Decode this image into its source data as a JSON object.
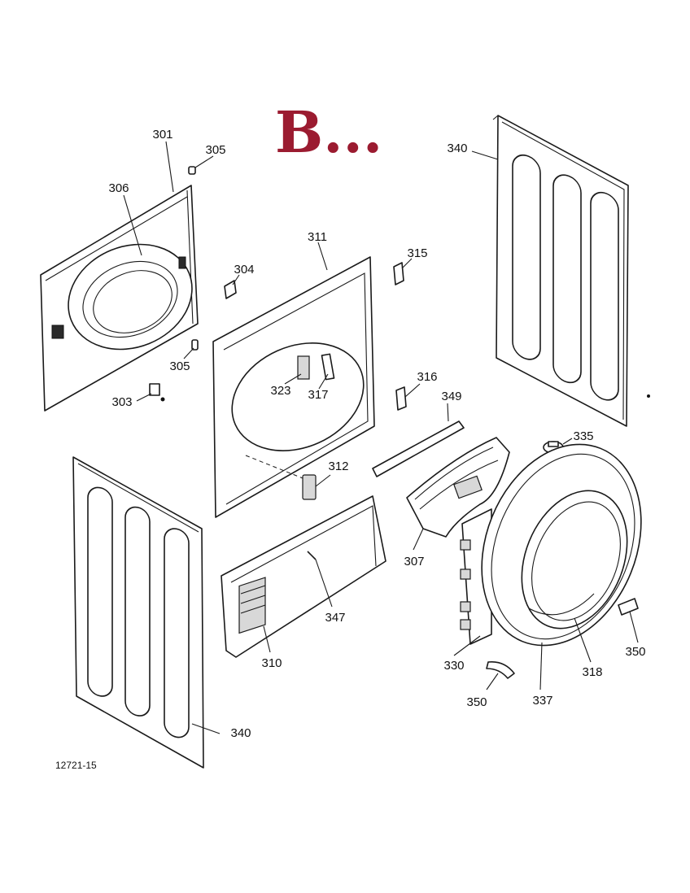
{
  "diagram": {
    "title": "B...",
    "title_color": "#9b1b30",
    "figure_ref": "12721-15",
    "parts": [
      {
        "key": "back_panel_top",
        "label": "340"
      },
      {
        "key": "back_panel_bottom",
        "label": "340"
      },
      {
        "key": "front_panel",
        "label": "301"
      },
      {
        "key": "door_seal",
        "label": "306"
      },
      {
        "key": "screw_top",
        "label": "305"
      },
      {
        "key": "screw_bottom",
        "label": "305"
      },
      {
        "key": "latch",
        "label": "303"
      },
      {
        "key": "bulkhead",
        "label": "311"
      },
      {
        "key": "clip",
        "label": "304"
      },
      {
        "key": "switch",
        "label": "323"
      },
      {
        "key": "vent",
        "label": "317"
      },
      {
        "key": "bracket",
        "label": "315"
      },
      {
        "key": "filter",
        "label": "316"
      },
      {
        "key": "strip",
        "label": "349"
      },
      {
        "key": "sensor",
        "label": "312"
      },
      {
        "key": "cap",
        "label": "335"
      },
      {
        "key": "duct",
        "label": "307"
      },
      {
        "key": "toe_panel",
        "label": "310"
      },
      {
        "key": "spring",
        "label": "347"
      },
      {
        "key": "drum_housing",
        "label": "330"
      },
      {
        "key": "glide_left",
        "label": "350"
      },
      {
        "key": "glide_right",
        "label": "350"
      },
      {
        "key": "felt_seal",
        "label": "318"
      },
      {
        "key": "drum_ring",
        "label": "337"
      }
    ]
  }
}
